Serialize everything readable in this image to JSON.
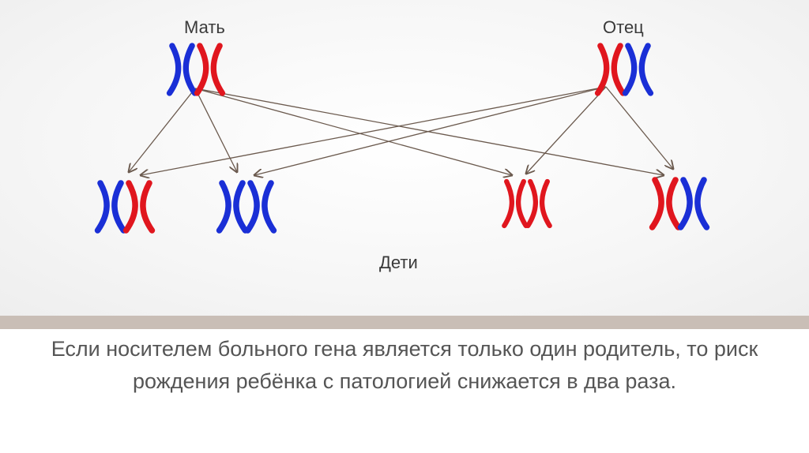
{
  "labels": {
    "mother": "Мать",
    "father": "Отец",
    "children": "Дети"
  },
  "caption": "Если носителем больного гена является только один родитель, то риск рождения ребёнка с патологией снижается в два раза.",
  "colors": {
    "healthy_chromosome": "#1a2fd6",
    "affected_chromosome": "#e0161e",
    "arrow": "#6b5a4e",
    "divider": "#c9beb6"
  },
  "individuals": [
    {
      "id": "mother",
      "chromosomes": [
        "healthy",
        "affected"
      ]
    },
    {
      "id": "father",
      "chromosomes": [
        "affected",
        "healthy"
      ]
    },
    {
      "id": "child-1",
      "chromosomes": [
        "healthy",
        "affected"
      ]
    },
    {
      "id": "child-2",
      "chromosomes": [
        "healthy",
        "healthy"
      ]
    },
    {
      "id": "child-3",
      "chromosomes": [
        "affected",
        "affected"
      ]
    },
    {
      "id": "child-4",
      "chromosomes": [
        "affected",
        "healthy"
      ]
    }
  ],
  "inheritance_arrows": [
    {
      "from": "mother",
      "to": "child-1"
    },
    {
      "from": "mother",
      "to": "child-2"
    },
    {
      "from": "mother",
      "to": "child-3"
    },
    {
      "from": "mother",
      "to": "child-4"
    },
    {
      "from": "father",
      "to": "child-1"
    },
    {
      "from": "father",
      "to": "child-2"
    },
    {
      "from": "father",
      "to": "child-3"
    },
    {
      "from": "father",
      "to": "child-4"
    }
  ]
}
